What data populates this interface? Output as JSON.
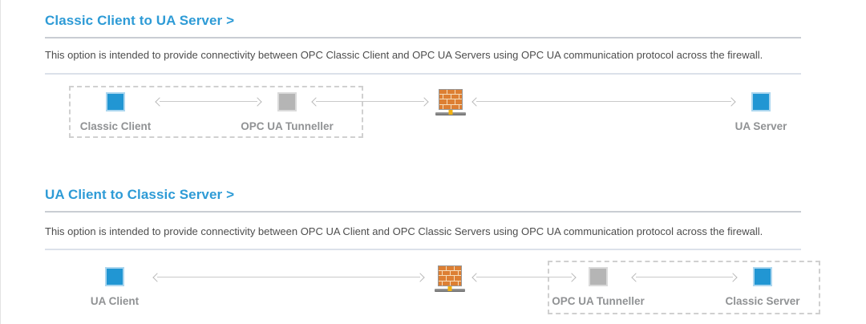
{
  "colors": {
    "heading_blue": "#2E9BD6",
    "node_blue": "#2196D3",
    "node_gray": "#B5B5B5",
    "label_gray": "#909294",
    "firewall_brick": "#DD7F33",
    "firewall_dot_yellow": "#F3B111",
    "arrow_gray": "#C9C9C9"
  },
  "sections": [
    {
      "id": "classic-client-to-ua-server",
      "heading": "Classic Client to UA Server >",
      "description": "This option is intended to provide connectivity between OPC Classic Client and OPC UA Servers using OPC UA communication protocol across the firewall.",
      "diagram": {
        "grouped_nodes": [
          "Classic Client",
          "OPC UA Tunneller"
        ],
        "nodes": [
          {
            "label": "Classic Client",
            "type": "blue"
          },
          {
            "label": "OPC UA Tunneller",
            "type": "gray"
          },
          {
            "label": "UA Server",
            "type": "blue"
          }
        ],
        "firewall_icon": "firewall-icon"
      }
    },
    {
      "id": "ua-client-to-classic-server",
      "heading": "UA Client to Classic Server >",
      "description": "This option is intended to provide connectivity between OPC UA Client and OPC Classic Servers using OPC UA communication protocol across the firewall.",
      "diagram": {
        "grouped_nodes": [
          "OPC UA Tunneller",
          "Classic Server"
        ],
        "nodes": [
          {
            "label": "UA Client",
            "type": "blue"
          },
          {
            "label": "OPC UA Tunneller",
            "type": "gray"
          },
          {
            "label": "Classic Server",
            "type": "blue"
          }
        ],
        "firewall_icon": "firewall-icon"
      }
    }
  ]
}
